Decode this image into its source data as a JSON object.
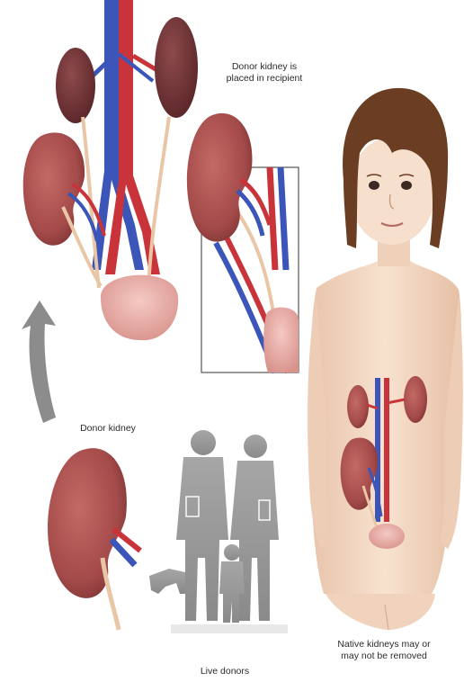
{
  "labels": {
    "donor_kidney_placed": [
      "Donor kidney is",
      "placed in recipient"
    ],
    "donor_kidney": "Donor kidney",
    "live_donors": "Live donors",
    "native_kidneys": [
      "Native kidneys may or",
      "may not be removed"
    ]
  },
  "colors": {
    "kidney": "#a34a4a",
    "kidney_dark": "#7a3030",
    "diseased_kidney": "#6e3236",
    "artery": "#c9343a",
    "vein": "#3b55b8",
    "ureter": "#e9c7a6",
    "skin": "#f4dcc8",
    "hair": "#6b3d22",
    "silhouette": "#9e9e9e",
    "arrow": "#8c8c8c"
  }
}
